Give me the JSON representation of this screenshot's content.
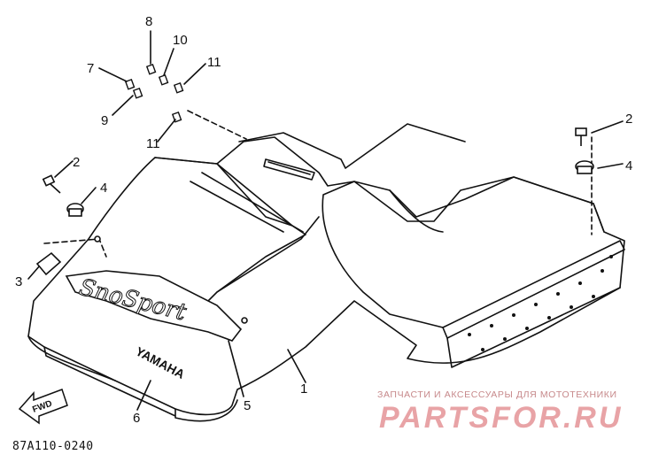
{
  "callouts": {
    "c1": "1",
    "c2a": "2",
    "c2b": "2",
    "c3": "3",
    "c4a": "4",
    "c4b": "4",
    "c5": "5",
    "c6": "6",
    "c7": "7",
    "c8": "8",
    "c9": "9",
    "c10": "10",
    "c11a": "11",
    "c11b": "11"
  },
  "decals": {
    "brand": "YAMAHA",
    "model_logo": "SnoSport",
    "fwd_arrow": "FWD"
  },
  "part_code": "87A110-0240",
  "watermark": {
    "tagline": "ЗАПЧАСТИ И АКСЕССУАРЫ ДЛЯ МОТОТЕХНИКИ",
    "logo": "PARTSFOR.RU",
    "color": "#e8a3a6"
  }
}
